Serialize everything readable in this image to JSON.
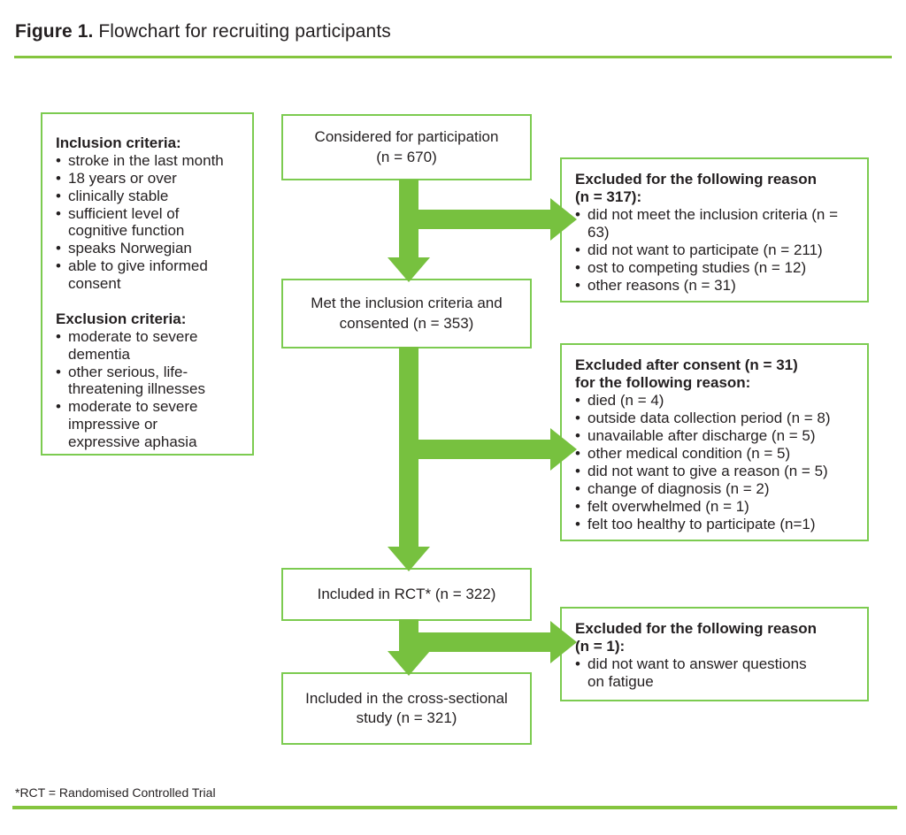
{
  "ui": {
    "bullet_char": "•",
    "colors": {
      "green-border": "#7ccb50",
      "green-arrow": "#77c13f",
      "rule": "#85c53f",
      "ink": "#231f20"
    }
  },
  "header": {
    "figure_label": "Figure 1.",
    "title": " Flowchart for recruiting participants"
  },
  "criteria_panel": {
    "inclusion": {
      "title": "Inclusion criteria:",
      "items": [
        "stroke in the last month",
        "18 years or over",
        "clinically stable",
        "sufficient level of cognitive function",
        "speaks Norwegian",
        "able to give informed consent"
      ]
    },
    "exclusion": {
      "title": "Exclusion criteria:",
      "items": [
        "moderate to severe dementia",
        "other serious, life-threatening illnesses",
        "moderate to severe impressive or expressive aphasia"
      ]
    }
  },
  "flow": {
    "considered": {
      "lines": [
        "Considered for participation",
        "(n = 670)"
      ]
    },
    "consented": {
      "lines": [
        "Met the inclusion criteria and",
        "consented (n = 353)"
      ]
    },
    "rct": {
      "lines": [
        "Included in RCT* (n = 322)"
      ]
    },
    "cross_sectional": {
      "lines": [
        "Included in the cross-sectional",
        "study (n = 321)"
      ]
    }
  },
  "exclusions": {
    "first": {
      "title_lines": [
        "Excluded for the following reason",
        "(n = 317):"
      ],
      "items": [
        "did not meet the inclusion criteria (n = 63)",
        "did not want to participate (n = 211)",
        "ost to competing studies (n = 12)",
        "other reasons (n = 31)"
      ]
    },
    "second": {
      "title_lines": [
        "Excluded after consent (n = 31)",
        "for the following reason:"
      ],
      "items": [
        "died (n = 4)",
        "outside data collection period (n = 8)",
        "unavailable after discharge (n = 5)",
        "other medical condition (n = 5)",
        "did not want to give a reason (n = 5)",
        "change of diagnosis (n = 2)",
        "felt overwhelmed (n = 1)",
        "felt too healthy to participate (n=1)"
      ]
    },
    "third": {
      "title_lines": [
        "Excluded for the following reason",
        "(n = 1):"
      ],
      "items": [
        "did not want to answer questions on fatigue"
      ]
    }
  },
  "footnote": "*RCT = Randomised Controlled Trial"
}
